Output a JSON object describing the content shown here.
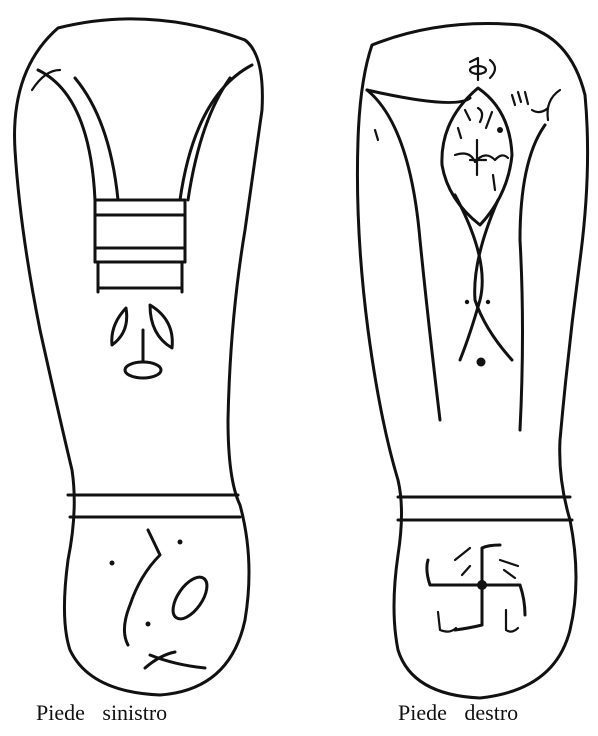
{
  "captions": {
    "left": "Piede sinistro",
    "right": "Piede destro"
  },
  "figures": [
    {
      "id": "left-foot",
      "icon": "left-foot-sole-drawing"
    },
    {
      "id": "right-foot",
      "icon": "right-foot-sole-drawing"
    }
  ]
}
